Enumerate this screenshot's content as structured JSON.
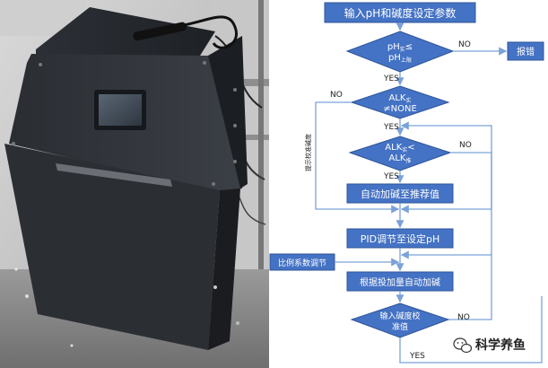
{
  "photo": {
    "subject": "black-enclosure-alkali-dosing-device-with-display-and-probe"
  },
  "flowchart": {
    "start_box": "输入pH和碱度设定参数",
    "decision_ph": {
      "line1": "pH",
      "sub1": "实",
      "rel": "≤",
      "line2": "pH",
      "sub2": "上限"
    },
    "report_error": "报错",
    "decision_alk_none": {
      "line1": "ALK",
      "sub1": "实",
      "line2": "≠NONE"
    },
    "side_label": "提示校准碱度",
    "decision_alk_compare": {
      "line1": "ALK",
      "sub1": "实",
      "rel": "<",
      "line2": "ALK",
      "sub2": "推"
    },
    "auto_dose_box": "自动加碱至推荐值",
    "pid_box": "PID调节至设定pH",
    "ratio_box": "比例系数调节",
    "dose_by_amount_box": "根据投加量自动加碱",
    "decision_calibration": {
      "line1": "输入碱度校",
      "line2": "准值"
    },
    "labels": {
      "yes": "YES",
      "no": "NO"
    }
  },
  "watermark": {
    "text": "科学养鱼",
    "icon": "wechat-icon"
  },
  "colors": {
    "box_blue": "#4472c4",
    "box_stroke": "#2f5597",
    "line_blue": "#7ba2d8",
    "text_white": "#ffffff",
    "text_dark": "#222222"
  }
}
